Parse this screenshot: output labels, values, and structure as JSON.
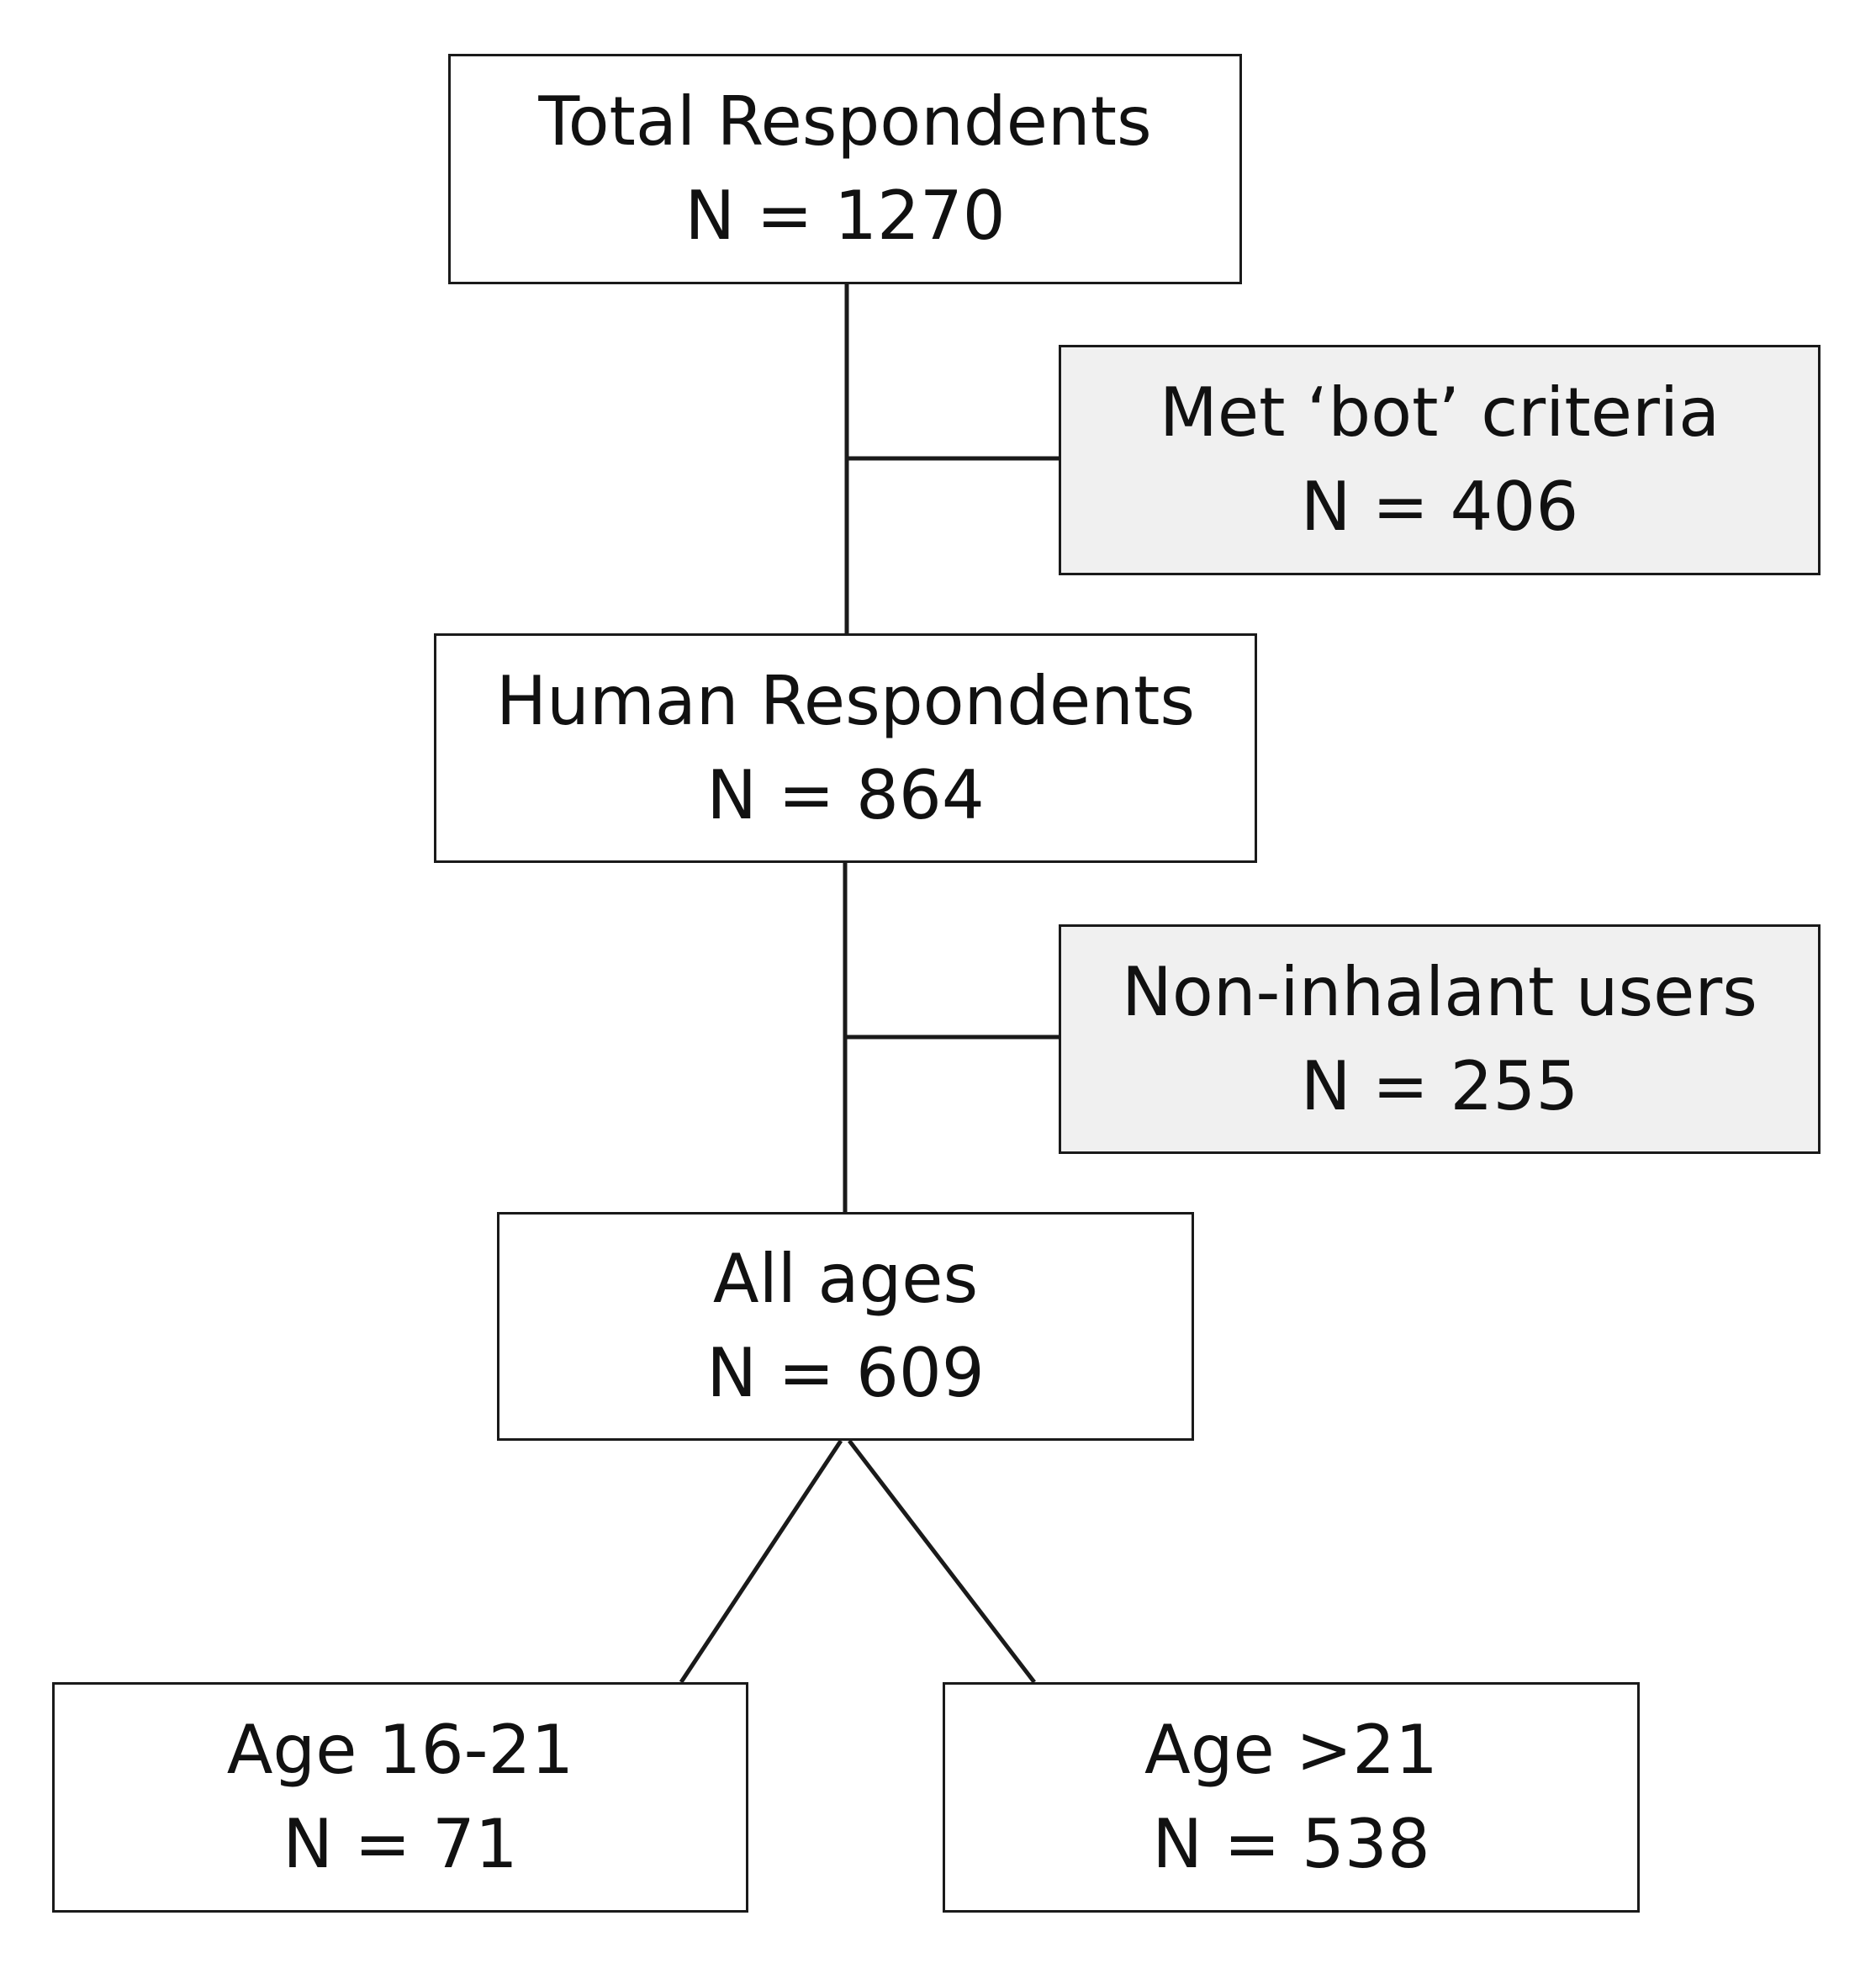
{
  "nodes": {
    "total": {
      "label": "Total Respondents",
      "count": "N = 1270"
    },
    "bot": {
      "label": "Met ‘bot’ criteria",
      "count": "N = 406"
    },
    "human": {
      "label": "Human Respondents",
      "count": "N = 864"
    },
    "noninhalant": {
      "label": "Non-inhalant users",
      "count": "N = 255"
    },
    "allages": {
      "label": "All ages",
      "count": "N = 609"
    },
    "age1621": {
      "label": "Age 16-21",
      "count": "N = 71"
    },
    "age21plus": {
      "label": "Age >21",
      "count": "N = 538"
    }
  },
  "colors": {
    "border": "#1a1a1a",
    "excluded_fill": "#f0f0f0",
    "main_fill": "#ffffff"
  }
}
